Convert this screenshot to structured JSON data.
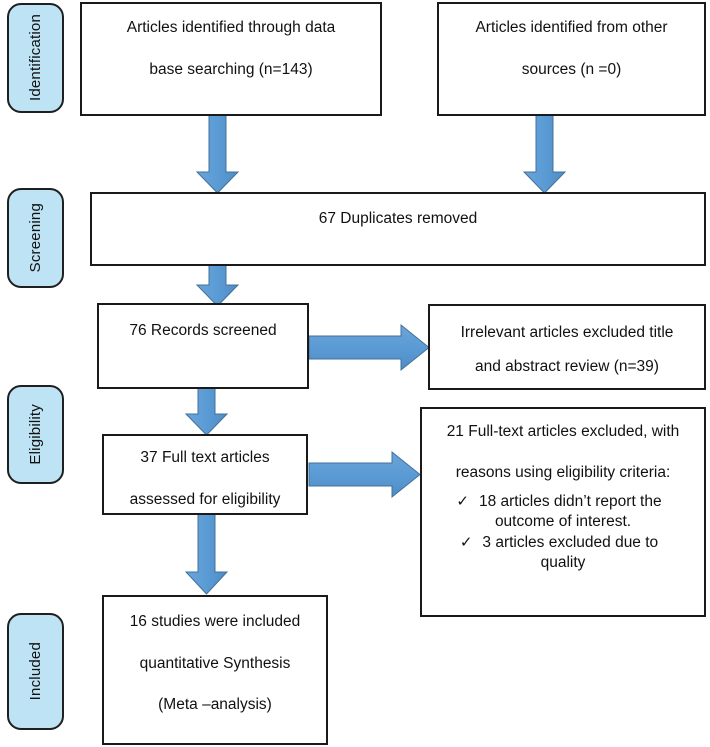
{
  "theme": {
    "label_fill": "#bde3f4",
    "label_border": "#1f1f1f",
    "box_border": "#1a1a1a",
    "box_fill": "#ffffff",
    "arrow_fill": "#5b9bd5",
    "arrow_stroke": "#41719c",
    "text_color": "#111111"
  },
  "stages": [
    {
      "name": "identification",
      "label": "Identification"
    },
    {
      "name": "screening",
      "label": "Screening"
    },
    {
      "name": "eligibility",
      "label": "Eligibility"
    },
    {
      "name": "included",
      "label": "Included"
    }
  ],
  "boxes": {
    "database_search": {
      "lines": [
        "Articles identified through data",
        "base searching (n=143)"
      ]
    },
    "other_sources": {
      "lines": [
        "Articles identified from other",
        "sources (n =0)"
      ]
    },
    "duplicates_removed": {
      "lines": [
        "67 Duplicates removed"
      ]
    },
    "records_screened": {
      "lines": [
        "76 Records screened"
      ]
    },
    "irrelevant_excluded": {
      "lines": [
        "Irrelevant articles excluded title",
        "and abstract review (n=39)"
      ]
    },
    "fulltext_assessed": {
      "lines": [
        "37 Full text articles",
        "assessed for eligibility"
      ]
    },
    "fulltext_excluded": {
      "heading": [
        "21 Full-text articles excluded, with",
        "reasons using eligibility criteria:"
      ],
      "bullet_glyph": "✓",
      "bullets": [
        [
          "18 articles didn’t report the",
          "outcome of interest."
        ],
        [
          "3 articles excluded due to",
          "quality"
        ]
      ]
    },
    "studies_included": {
      "lines": [
        "16 studies were included",
        "quantitative Synthesis",
        "(Meta –analysis)"
      ]
    }
  },
  "arrows": [
    {
      "name": "arrow-database-to-duplicates",
      "direction": "down"
    },
    {
      "name": "arrow-other-to-duplicates",
      "direction": "down"
    },
    {
      "name": "arrow-duplicates-to-screened",
      "direction": "down"
    },
    {
      "name": "arrow-screened-to-irrelevant",
      "direction": "right"
    },
    {
      "name": "arrow-screened-to-fulltext",
      "direction": "down"
    },
    {
      "name": "arrow-fulltext-to-excluded",
      "direction": "right"
    },
    {
      "name": "arrow-fulltext-to-included",
      "direction": "down"
    }
  ]
}
